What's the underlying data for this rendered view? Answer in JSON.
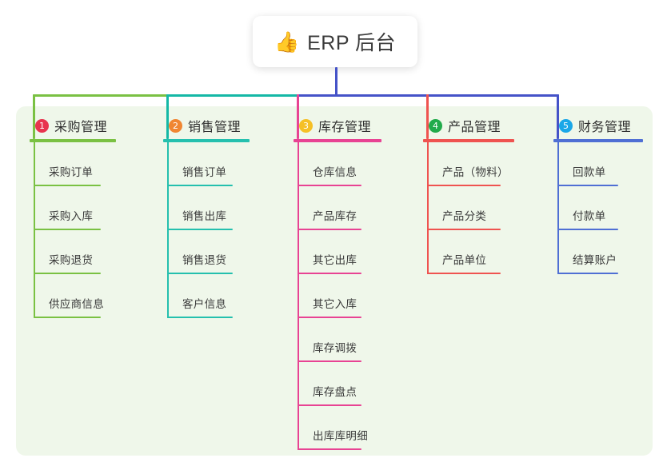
{
  "diagram": {
    "type": "mind-map-tree",
    "background_color": "#ffffff",
    "panel_color": "#eff7ea",
    "root": {
      "emoji": "👍",
      "emoji_name": "thumbs-up-emoji",
      "title": "ERP 后台"
    },
    "connector_bar": {
      "segments": [
        {
          "name": "bar-segment-green",
          "color": "#7ac143"
        },
        {
          "name": "bar-segment-teal",
          "color": "#14b8a6"
        },
        {
          "name": "bar-segment-blue",
          "color": "#4553c8"
        }
      ]
    },
    "columns": [
      {
        "number": "1",
        "title": "采购管理",
        "badge_color": "#e8344e",
        "line_color": "#7ac143",
        "stem_color": "#7ac143",
        "items": [
          "采购订单",
          "采购入库",
          "采购退货",
          "供应商信息"
        ]
      },
      {
        "number": "2",
        "title": "销售管理",
        "badge_color": "#f08632",
        "line_color": "#25c0ae",
        "stem_color": "#14b8a6",
        "items": [
          "销售订单",
          "销售出库",
          "销售退货",
          "客户信息"
        ]
      },
      {
        "number": "3",
        "title": "库存管理",
        "badge_color": "#f5c026",
        "line_color": "#e84393",
        "stem_color": "#e84393",
        "items": [
          "仓库信息",
          "产品库存",
          "其它出库",
          "其它入库",
          "库存调拨",
          "库存盘点",
          "出库库明细"
        ]
      },
      {
        "number": "4",
        "title": "产品管理",
        "badge_color": "#21ab4b",
        "line_color": "#ef5350",
        "stem_color": "#ef5350",
        "items": [
          "产品（物料）",
          "产品分类",
          "产品单位"
        ]
      },
      {
        "number": "5",
        "title": "财务管理",
        "badge_color": "#1aa7e8",
        "line_color": "#4f6fd4",
        "stem_color": "#4553c8",
        "items": [
          "回款单",
          "付款单",
          "结算账户"
        ]
      }
    ]
  }
}
